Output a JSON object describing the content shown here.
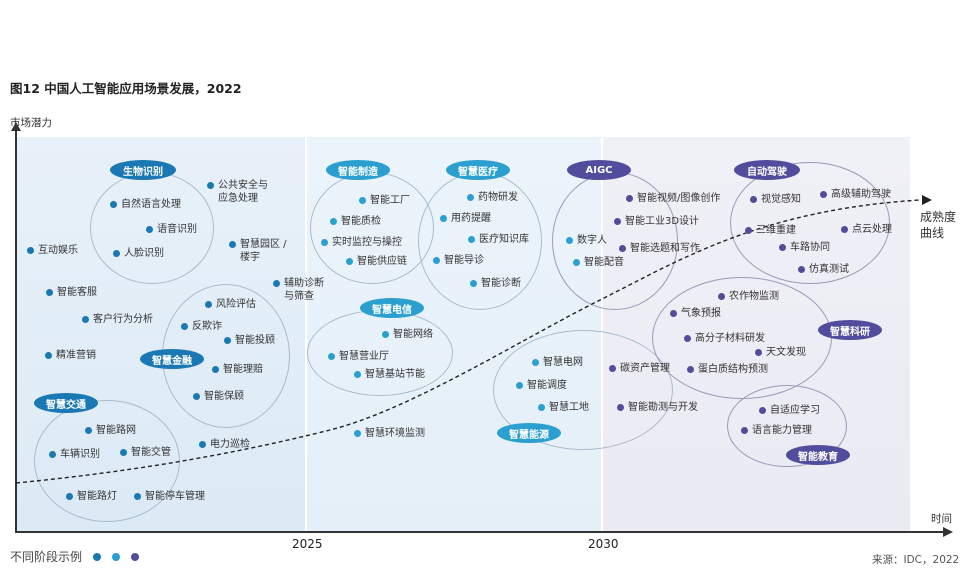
{
  "title": "图12 中国人工智能应用场景发展，2022",
  "axes": {
    "y_label": "市场潜力",
    "x_label": "时间",
    "x_ticks": [
      "2025",
      "2030"
    ]
  },
  "curve_label": "成熟度曲线",
  "curve_label_lines": [
    "成熟度",
    "曲线"
  ],
  "legend": {
    "label": "不同阶段示例",
    "colors": [
      "#1a78b4",
      "#2a9fd0",
      "#514c9c"
    ]
  },
  "source": "来源：IDC，2022",
  "colors": {
    "stage1": "#1a78b4",
    "stage2": "#2a9fd0",
    "stage3": "#514c9c",
    "stage1_bg": "#e3eef7",
    "stage2_bg": "#eaf3fa",
    "stage3_bg": "#eeeef6"
  },
  "clusters": [
    {
      "name": "生物识别",
      "stage": 1
    },
    {
      "name": "智慧金融",
      "stage": 1
    },
    {
      "name": "智慧交通",
      "stage": 1
    },
    {
      "name": "智能制造",
      "stage": 2
    },
    {
      "name": "智慧医疗",
      "stage": 2
    },
    {
      "name": "智慧电信",
      "stage": 2
    },
    {
      "name": "智慧能源",
      "stage": 2
    },
    {
      "name": "AIGC",
      "stage": 3
    },
    {
      "name": "自动驾驶",
      "stage": 3
    },
    {
      "name": "智慧科研",
      "stage": 3
    },
    {
      "name": "智能教育",
      "stage": 3
    }
  ],
  "items": {
    "stage1": {
      "biometrics": [
        "自然语言处理",
        "语音识别",
        "人脸识别"
      ],
      "standalone": [
        "公共安全与",
        "应急处理",
        "智慧园区 /",
        "楼宇",
        "互动娱乐",
        "智能客服",
        "客户行为分析",
        "精准营销",
        "辅助诊断",
        "与筛查",
        "电力巡检"
      ],
      "finance": [
        "风险评估",
        "反欺诈",
        "智能投顾",
        "智能理赔",
        "智能保顾"
      ],
      "transport": [
        "智能路网",
        "车辆识别",
        "智能交管",
        "智能路灯",
        "智能停车管理"
      ]
    },
    "stage2": {
      "manufacturing": [
        "智能工厂",
        "智能质检",
        "实时监控与操控",
        "智能供应链"
      ],
      "medical": [
        "药物研发",
        "用药提醒",
        "医疗知识库",
        "智能导诊",
        "智能诊断"
      ],
      "telecom": [
        "智能网络",
        "智慧营业厅",
        "智慧基站节能"
      ],
      "standalone": [
        "智慧环境监测"
      ],
      "energy": [
        "智慧电网",
        "智能调度",
        "智慧工地"
      ],
      "aigc": [
        "数字人",
        "智能配音"
      ]
    },
    "stage3": {
      "aigc": [
        "智能视频/图像创作",
        "智能工业3D设计",
        "智能选题和写作"
      ],
      "autonomous": [
        "视觉感知",
        "高级辅助驾驶",
        "三维重建",
        "点云处理",
        "车路协同",
        "仿真测试"
      ],
      "research": [
        "农作物监测",
        "气象预报",
        "高分子材料研发",
        "天文发现",
        "蛋白质结构预测"
      ],
      "energy": [
        "碳资产管理",
        "智能勘测与开发"
      ],
      "education": [
        "自适应学习",
        "语言能力管理"
      ]
    }
  }
}
